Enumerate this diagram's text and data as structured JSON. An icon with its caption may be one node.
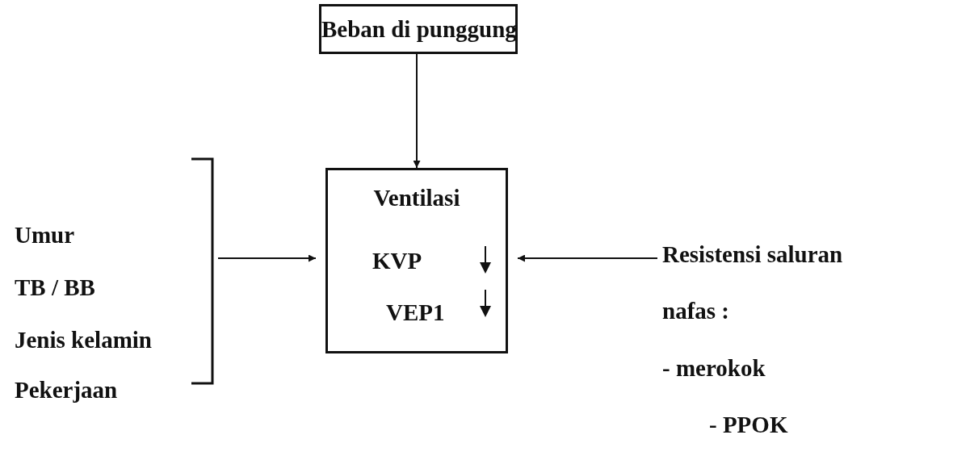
{
  "diagram": {
    "nodes": [
      {
        "text": [
          "Beban di punggung"
        ]
      },
      {
        "text": [
          "Ventilasi",
          "KVP",
          "VEP1"
        ]
      },
      {
        "text": [
          "Umur",
          "TB / BB",
          "Jenis kelamin",
          "Pekerjaan"
        ]
      },
      {
        "text": [
          "Resistensi saluran nafas :",
          "- merokok",
          "- PPOK"
        ]
      }
    ],
    "edges": [
      {
        "from": 0,
        "to": 1,
        "arrow": "to"
      },
      {
        "from": 2,
        "to": 1,
        "arrow": "to"
      },
      {
        "from": 3,
        "to": 1,
        "arrow": "to"
      }
    ]
  }
}
